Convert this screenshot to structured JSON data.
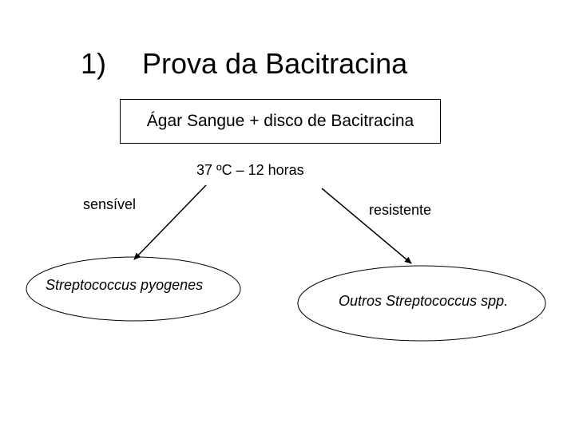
{
  "header": {
    "number": "1)",
    "title": "Prova da Bacitracina"
  },
  "medium": {
    "label": "Ágar Sangue + disco de Bacitracina"
  },
  "incubation": {
    "label": "37 ºC – 12 horas"
  },
  "branches": {
    "left": {
      "label": "sensível"
    },
    "right": {
      "label": "resistente"
    }
  },
  "results": {
    "left": {
      "label": "Streptococcus pyogenes"
    },
    "right": {
      "label": "Outros Streptococcus spp."
    }
  },
  "colors": {
    "stroke": "#000000",
    "background": "#ffffff"
  }
}
